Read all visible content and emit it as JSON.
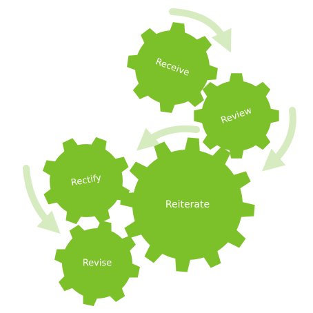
{
  "colors": {
    "gear": "#7dc12a",
    "arrow": "#d6ecc0",
    "label": "#ffffff",
    "background": "#ffffff"
  },
  "gears": [
    {
      "id": "receive",
      "label": "Receive"
    },
    {
      "id": "review",
      "label": "Review"
    },
    {
      "id": "reiterate",
      "label": "Reiterate"
    },
    {
      "id": "rectify",
      "label": "Rectify"
    },
    {
      "id": "revise",
      "label": "Revise"
    }
  ],
  "flow": [
    "receive",
    "review",
    "reiterate",
    "rectify",
    "revise"
  ]
}
